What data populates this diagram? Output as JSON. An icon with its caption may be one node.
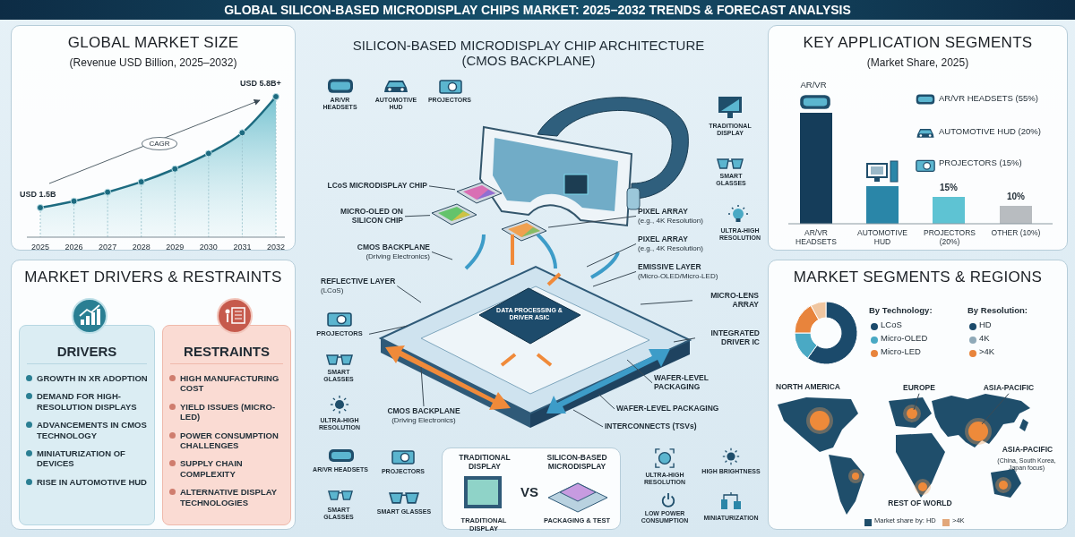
{
  "diagram": {
    "title": "GLOBAL SILICON-BASED MICRODISPLAY CHIPS MARKET: 2025–2032 TRENDS & FORECAST ANALYSIS",
    "nodes": [
      {
        "text": [
          "GLOBAL MARKET SIZE",
          "(Revenue USD Billion, 2025–2032)"
        ]
      },
      {
        "text": [
          "MARKET DRIVERS & RESTRAINTS"
        ]
      },
      {
        "text": [
          "DRIVERS",
          "GROWTH IN XR ADOPTION",
          "DEMAND FOR HIGH-RESOLUTION DISPLAYS",
          "ADVANCEMENTS IN CMOS TECHNOLOGY",
          "MINIATURIZATION OF DEVICES",
          "RISE IN AUTOMOTIVE HUD"
        ],
        "in": 1
      },
      {
        "text": [
          "RESTRAINTS",
          "HIGH MANUFACTURING COST",
          "YIELD ISSUES (MICRO-LED)",
          "POWER CONSUMPTION CHALLENGES",
          "SUPPLY CHAIN COMPLEXITY",
          "ALTERNATIVE DISPLAY TECHNOLOGIES"
        ],
        "in": 1
      },
      {
        "text": [
          "KEY APPLICATION SEGMENTS",
          "(Market Share, 2025)"
        ]
      },
      {
        "text": [
          "MARKET SEGMENTS & REGIONS"
        ]
      },
      {
        "text": [
          "TRADITIONAL DISPLAY",
          "SILICON-BASED MICRODISPLAY",
          "VS",
          "TRADITIONAL DISPLAY",
          "PACKAGING & TEST"
        ]
      },
      {
        "text": [
          "LCoS MICRODISPLAY CHIP"
        ]
      },
      {
        "text": [
          "MICRO-OLED ON SILICON CHIP"
        ]
      },
      {
        "text": [
          "CMOS BACKPLANE",
          "(Driving Electronics)"
        ]
      },
      {
        "text": [
          "REFLECTIVE LAYER",
          "(LCoS)"
        ]
      },
      {
        "text": [
          "PIXEL ARRAY",
          "(e.g., 4K Resolution)"
        ]
      },
      {
        "text": [
          "PIXEL ARRAY",
          "(e.g., 4K Resolution)"
        ]
      },
      {
        "text": [
          "EMISSIVE LAYER",
          "(Micro-OLED/Micro-LED)"
        ]
      },
      {
        "text": [
          "MICRO-LENS ARRAY"
        ]
      },
      {
        "text": [
          "INTEGRATED DRIVER IC"
        ]
      },
      {
        "text": [
          "WAFER-LEVEL PACKAGING"
        ]
      },
      {
        "text": [
          "WAFER-LEVEL PACKAGING"
        ]
      },
      {
        "text": [
          "INTERCONNECTS (TSVs)"
        ]
      },
      {
        "text": [
          "CMOS BACKPLANE",
          "(Driving Electronics)"
        ]
      },
      {
        "text": [
          "PROJECTORS"
        ]
      },
      {
        "text": [
          "EUROPE"
        ],
        "in": 5
      },
      {
        "text": [
          "ASIA-PACIFIC"
        ],
        "in": 5
      },
      {
        "text": [],
        "shape": "picture"
      },
      {
        "text": [],
        "shape": "picture"
      },
      {
        "text": [],
        "shape": "picture"
      }
    ],
    "edges": [
      {
        "from": 7,
        "to": 23,
        "arrow": "none"
      },
      {
        "from": 8,
        "to": 24,
        "arrow": "none"
      },
      {
        "from": 9,
        "to": null,
        "arrow": "none"
      },
      {
        "from": 10,
        "to": null,
        "arrow": "none"
      },
      {
        "from": 11,
        "to": 25,
        "arrow": "none"
      },
      {
        "from": 12,
        "to": null,
        "arrow": "none"
      },
      {
        "from": 13,
        "to": null,
        "arrow": "none"
      },
      {
        "from": 14,
        "to": null,
        "arrow": "none"
      },
      {
        "from": 15,
        "to": null,
        "arrow": "none"
      },
      {
        "from": 16,
        "to": null,
        "arrow": "none"
      },
      {
        "from": 17,
        "to": null,
        "arrow": "none"
      },
      {
        "from": 18,
        "to": null,
        "arrow": "none"
      },
      {
        "from": 19,
        "to": null,
        "arrow": "none"
      },
      {
        "from": 20,
        "to": null,
        "arrow": "none"
      },
      {
        "from": 21,
        "to": null,
        "arrow": "none"
      },
      {
        "from": 22,
        "to": null,
        "arrow": "none"
      }
    ],
    "labels": [
      "USD 5.8B+",
      "CAGR",
      "USD 1.5B",
      "2025",
      "2026",
      "2027",
      "2028",
      "2029",
      "2030",
      "2031",
      "2032",
      "SILICON-BASED MICRODISPLAY CHIP ARCHITECTURE (CMOS BACKPLANE)",
      "AR/VR HEADSETS",
      "AUTOMOTIVE HUD",
      "PROJECTORS",
      "TRADITIONAL DISPLAY",
      "SMART GLASSES",
      "ULTRA-HIGH RESOLUTION",
      "DATA PROCESSING & DRIVER ASIC",
      "SMART GLASSES",
      "ULTRA-HIGH RESOLUTION",
      "AR/VR HEADSETS",
      "PROJECTORS",
      "SMART GLASSES",
      "SMART GLASSES",
      "ULTRA-HIGH RESOLUTION",
      "HIGH BRIGHTNESS",
      "LOW POWER CONSUMPTION",
      "MINIATURIZATION",
      "AR/VR",
      "AR/VR HEADSETS (55%)",
      "AUTOMOTIVE HUD (20%)",
      "PROJECTORS (15%)",
      "15%",
      "10%",
      "AR/VR HEADSETS",
      "AUTOMOTIVE HUD",
      "PROJECTORS (20%)",
      "OTHER (10%)",
      "By Technology:",
      "By Resolution:",
      "NORTH AMERICA",
      "ASIA-PACIFIC",
      "(China, South Korea, Japan focus)",
      "REST OF WORLD"
    ],
    "legend": [
      {
        "text": "LCoS",
        "color": "#1b4a6b"
      },
      {
        "text": "Micro-OLED",
        "color": "#4aa9c4"
      },
      {
        "text": "Micro-LED",
        "color": "#e8843c"
      },
      {
        "text": "HD",
        "color": "#1b4a6b"
      },
      {
        "text": "4K",
        "color": "#8fa9b8"
      },
      {
        "text": ">4K",
        "color": "#e8843c"
      },
      {
        "text": "Market share by: HD",
        "color": "#1f4e6b"
      },
      {
        "text": ">4K",
        "color": "#e2a77a"
      }
    ]
  }
}
